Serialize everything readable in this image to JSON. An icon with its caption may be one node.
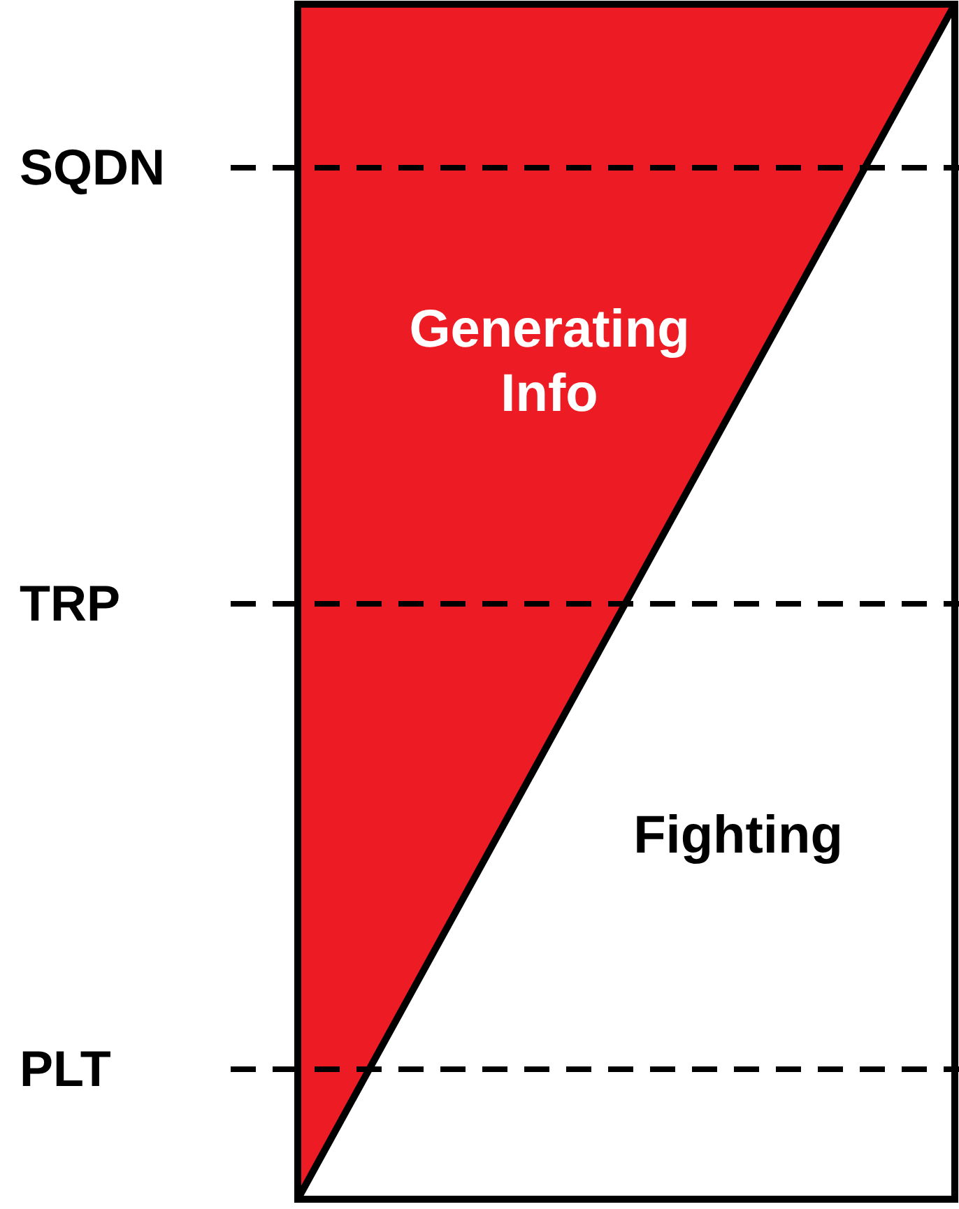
{
  "diagram": {
    "nodes": [
      {
        "text": [
          "Generating Info"
        ]
      },
      {
        "text": [
          "Fighting"
        ]
      }
    ],
    "labels": [
      "SQDN",
      "TRP",
      "PLT"
    ]
  }
}
